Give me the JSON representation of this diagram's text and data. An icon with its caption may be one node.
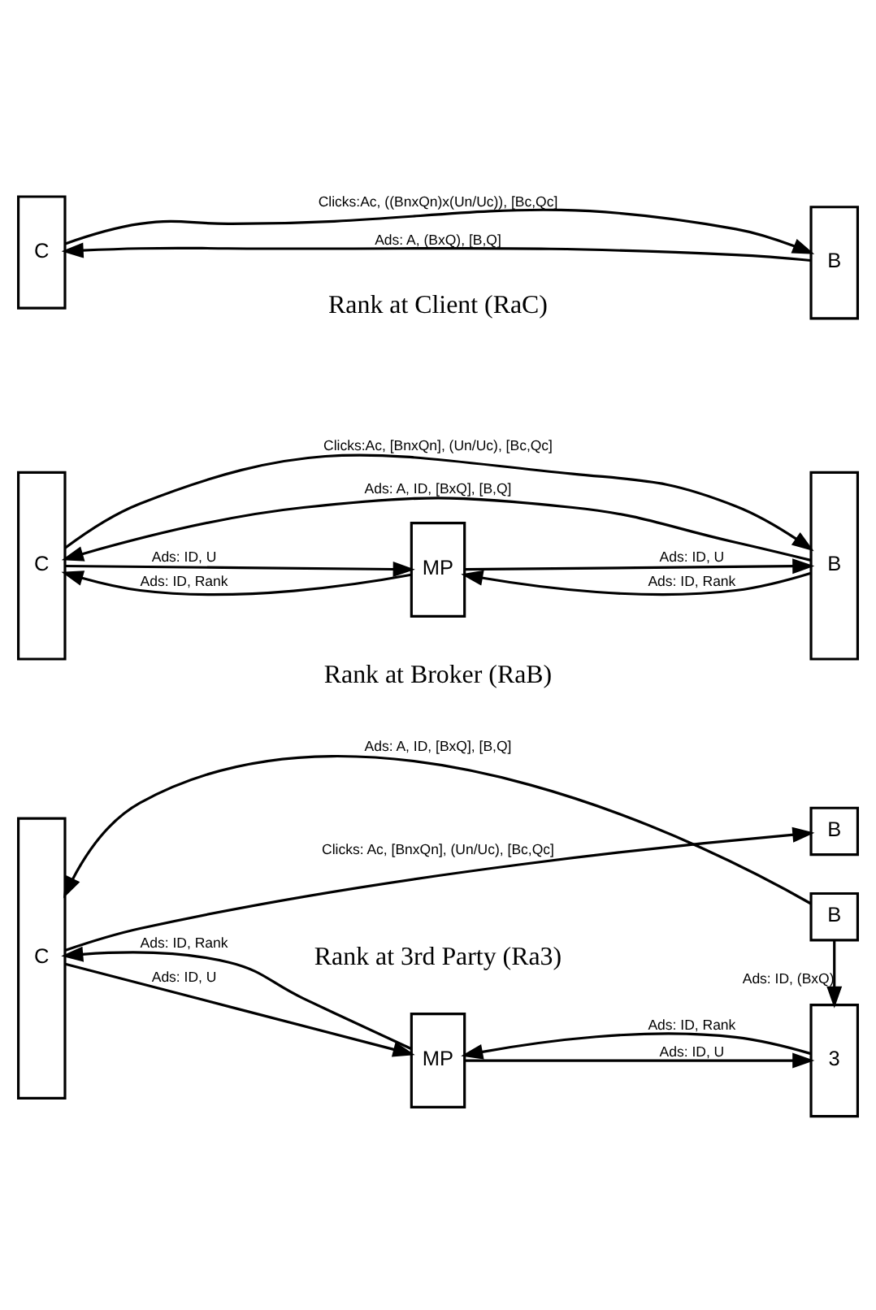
{
  "diagram": {
    "nodes": [
      {
        "text": [
          "C"
        ]
      },
      {
        "text": [
          "B"
        ]
      },
      {
        "text": [
          "C"
        ]
      },
      {
        "text": [
          "MP"
        ]
      },
      {
        "text": [
          "B"
        ]
      },
      {
        "text": [
          "C"
        ]
      },
      {
        "text": [
          "MP"
        ]
      },
      {
        "text": [
          "B"
        ]
      },
      {
        "text": [
          "3"
        ]
      },
      {
        "text": [
          "B"
        ]
      }
    ],
    "edges": [
      {
        "from": 1,
        "to": 0,
        "arrow": "to",
        "label": "Ads: A, (BxQ), [B,Q]"
      },
      {
        "from": 0,
        "to": 1,
        "arrow": "to",
        "label": "Clicks:Ac, ((BnxQn)x(Un/Uc)), [Bc,Qc]"
      },
      {
        "from": 4,
        "to": 2,
        "arrow": "to",
        "label": "Ads: A, ID, [BxQ], [B,Q]"
      },
      {
        "from": 2,
        "to": 3,
        "arrow": "to",
        "label": "Ads: ID, U"
      },
      {
        "from": 3,
        "to": 4,
        "arrow": "to",
        "label": "Ads: ID, U"
      },
      {
        "from": 4,
        "to": 3,
        "arrow": "to",
        "label": "Ads: ID, Rank"
      },
      {
        "from": 3,
        "to": 2,
        "arrow": "to",
        "label": "Ads: ID, Rank"
      },
      {
        "from": 2,
        "to": 4,
        "arrow": "to",
        "label": "Clicks:Ac, [BnxQn], (Un/Uc), [Bc,Qc]"
      },
      {
        "from": 7,
        "to": 5,
        "arrow": "to",
        "label": "Ads: A, ID, [BxQ], [B,Q]"
      },
      {
        "from": 7,
        "to": 8,
        "arrow": "to",
        "label": "Ads: ID, (BxQ)"
      },
      {
        "from": 5,
        "to": 6,
        "arrow": "to",
        "label": "Ads: ID, U"
      },
      {
        "from": 6,
        "to": 8,
        "arrow": "to",
        "label": "Ads: ID, U"
      },
      {
        "from": 8,
        "to": 6,
        "arrow": "to",
        "label": "Ads: ID, Rank"
      },
      {
        "from": 6,
        "to": 5,
        "arrow": "to",
        "label": "Ads: ID, Rank"
      },
      {
        "from": 5,
        "to": 9,
        "arrow": "to",
        "label": "Clicks: Ac, [BnxQn], (Un/Uc), [Bc,Qc]"
      }
    ],
    "labels": [
      "Rank at Client (RaC)",
      "Rank at Broker (RaB)",
      "Rank at 3rd Party (Ra3)"
    ]
  }
}
